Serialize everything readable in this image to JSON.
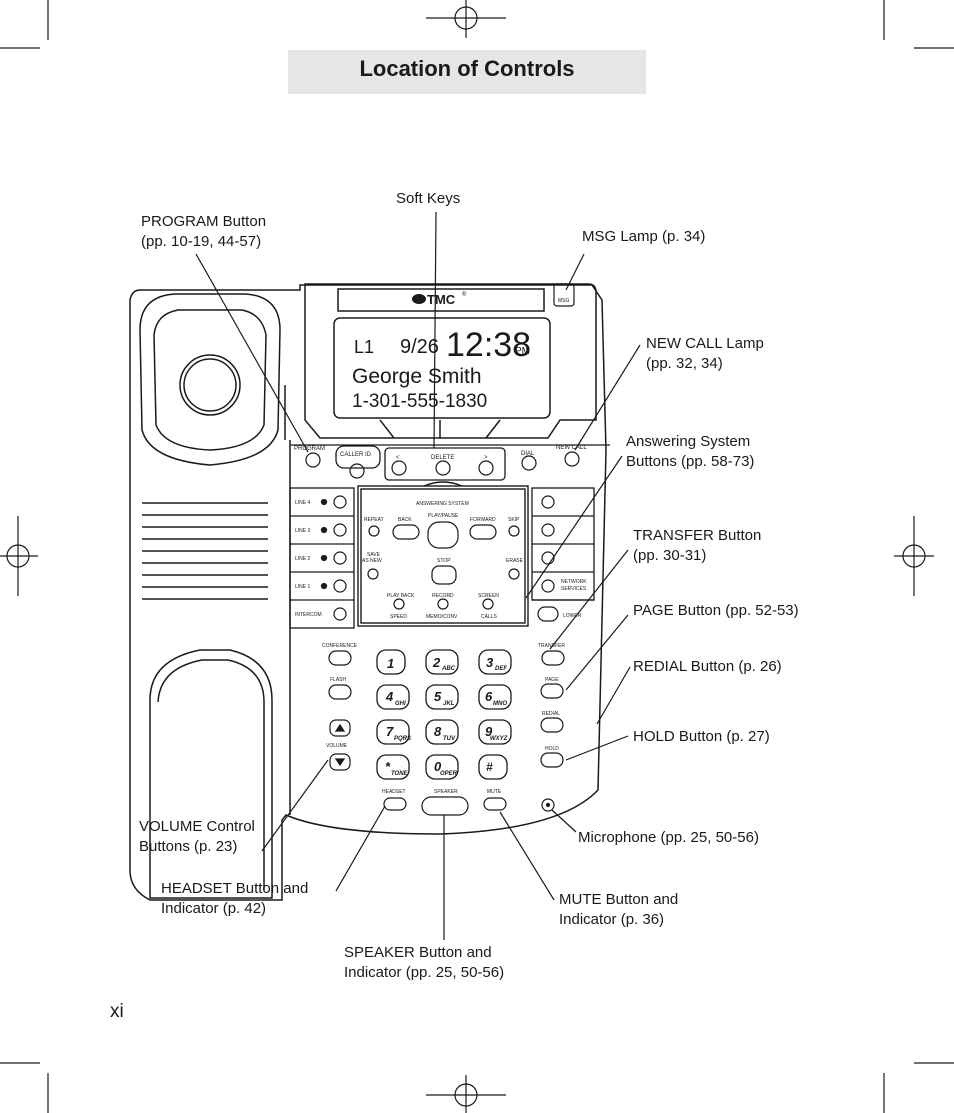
{
  "page": {
    "title": "Location of Controls",
    "page_number": "xi"
  },
  "callouts": {
    "soft_keys": "Soft Keys",
    "program": [
      "PROGRAM Button",
      "(pp. 10-19, 44-57)"
    ],
    "msg_lamp": "MSG Lamp (p. 34)",
    "new_call": [
      "NEW CALL Lamp",
      "(pp. 32, 34)"
    ],
    "answering": [
      "Answering System",
      "Buttons (pp. 58-73)"
    ],
    "transfer": [
      "TRANSFER Button",
      "(pp. 30-31)"
    ],
    "page_btn": "PAGE Button (pp. 52-53)",
    "redial": "REDIAL Button (p. 26)",
    "hold": "HOLD Button (p. 27)",
    "volume": [
      "VOLUME Control",
      "Buttons (p. 23)"
    ],
    "microphone": "Microphone (pp. 25, 50-56)",
    "headset": [
      "HEADSET Button and",
      "Indicator (p. 42)"
    ],
    "mute": [
      "MUTE Button and",
      "Indicator (p. 36)"
    ],
    "speaker": [
      "SPEAKER Button and",
      "Indicator (pp. 25, 50-56)"
    ]
  },
  "phone": {
    "brand": "TMC",
    "brand_mark": "®",
    "msg_label": "MSG",
    "display": {
      "line": "L1",
      "date": "9/26",
      "time": "12:38",
      "ampm": "PM",
      "name": "George Smith",
      "number": "1-301-555-1830"
    },
    "top_buttons": {
      "program": "PROGRAM",
      "caller_id": "CALLER ID",
      "back_arrow": "<",
      "delete": "DELETE",
      "fwd_arrow": ">",
      "dial": "DIAL",
      "new_call": "NEW CALL"
    },
    "lines": [
      "LINE 4",
      "LINE 3",
      "LINE 2",
      "LINE 1",
      "INTERCOM"
    ],
    "answering_panel": {
      "header": "ANSWERING SYSTEM",
      "repeat": "REPEAT",
      "back": "BACK",
      "play_pause": "PLAY/PAUSE",
      "forward": "FORWARD",
      "skip": "SKIP",
      "save_as_new_1": "SAVE",
      "save_as_new_2": "AS NEW",
      "stop": "STOP",
      "erase": "ERASE",
      "play_back": "PLAY BACK",
      "speed": "SPEED",
      "record": "RECORD",
      "memo_conv": "MEMO/CONV",
      "screen": "SCREEN",
      "calls": "CALLS"
    },
    "right_buttons": {
      "network_1": "NETWORK",
      "network_2": "SERVICES",
      "lower": "LOWER",
      "transfer": "TRANSFER",
      "page": "PAGE",
      "redial": "REDIAL",
      "hold": "HOLD"
    },
    "left_buttons": {
      "conference": "CONFERENCE",
      "flash": "FLASH",
      "volume": "VOLUME"
    },
    "keypad": [
      {
        "digit": "1",
        "letters": ""
      },
      {
        "digit": "2",
        "letters": "ABC"
      },
      {
        "digit": "3",
        "letters": "DEF"
      },
      {
        "digit": "4",
        "letters": "GHI"
      },
      {
        "digit": "5",
        "letters": "JKL"
      },
      {
        "digit": "6",
        "letters": "MNO"
      },
      {
        "digit": "7",
        "letters": "PQRS"
      },
      {
        "digit": "8",
        "letters": "TUV"
      },
      {
        "digit": "9",
        "letters": "WXYZ"
      },
      {
        "digit": "*",
        "letters": "TONE"
      },
      {
        "digit": "0",
        "letters": "OPER"
      },
      {
        "digit": "#",
        "letters": ""
      }
    ],
    "bottom_buttons": {
      "headset": "HEADSET",
      "speaker": "SPEAKER",
      "mute": "MUTE"
    }
  }
}
